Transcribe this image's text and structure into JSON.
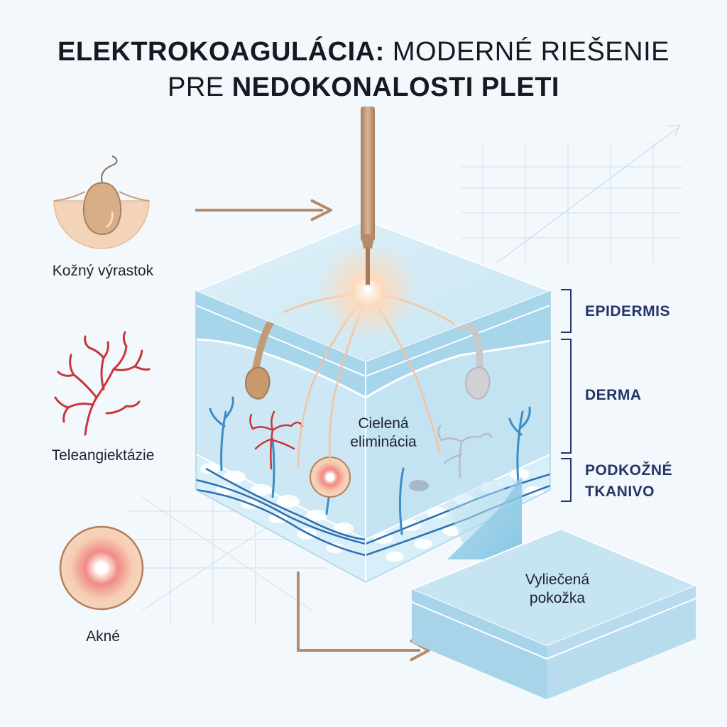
{
  "title": {
    "bold_1": "ELEKTROKOAGULÁCIA:",
    "light_1": " MODERNÉ RIEŠENIE",
    "light_2": "PRE ",
    "bold_2": "NEDOKONALOSTI PLETI"
  },
  "conditions": [
    {
      "label": "Kožný výrastok",
      "icon": "skin-tag-icon"
    },
    {
      "label": "Teleangiektázie",
      "icon": "spider-veins-icon"
    },
    {
      "label": "Akné",
      "icon": "acne-icon"
    }
  ],
  "layers": {
    "epidermis": "EPIDERMIS",
    "derma": "DERMA",
    "subcutis_line1": "PODKOŽNÉ",
    "subcutis_line2": "TKANIVO"
  },
  "center": {
    "line1": "Cielená",
    "line2": "eliminácia"
  },
  "result": {
    "line1": "Vyliečená",
    "line2": "pokožka"
  },
  "colors": {
    "accent_tan": "#b58b68",
    "skin": "#f2d3b8",
    "vessel_red": "#c9353a",
    "vessel_blue": "#2f7fc0",
    "tissue": "#bfe0ef",
    "label_navy": "#243468"
  }
}
